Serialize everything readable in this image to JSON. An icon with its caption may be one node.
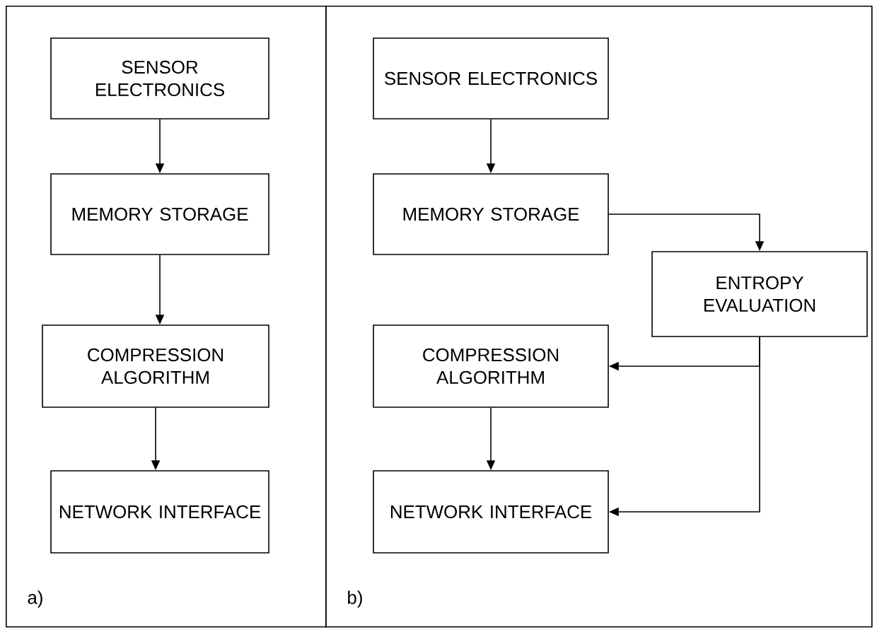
{
  "diagram": {
    "nodes": [
      {
        "text": [
          "a)"
        ]
      },
      {
        "text": [
          "SENSOR ELECTRONICS"
        ],
        "in": 0
      },
      {
        "text": [
          "MEMORY STORAGE"
        ],
        "in": 0
      },
      {
        "text": [
          "COMPRESSION ALGORITHM"
        ],
        "in": 0
      },
      {
        "text": [
          "NETWORK INTERFACE"
        ],
        "in": 0
      },
      {
        "text": [
          "b)"
        ]
      },
      {
        "text": [
          "SENSOR ELECTRONICS"
        ],
        "in": 5
      },
      {
        "text": [
          "MEMORY STORAGE"
        ],
        "in": 5
      },
      {
        "text": [
          "ENTROPY EVALUATION"
        ],
        "in": 5
      },
      {
        "text": [
          "COMPRESSION ALGORITHM"
        ],
        "in": 5
      },
      {
        "text": [
          "NETWORK INTERFACE"
        ],
        "in": 5
      }
    ],
    "edges": [
      {
        "from": 1,
        "to": 2,
        "arrow": "to"
      },
      {
        "from": 2,
        "to": 3,
        "arrow": "to"
      },
      {
        "from": 3,
        "to": 4,
        "arrow": "to"
      },
      {
        "from": 6,
        "to": 7,
        "arrow": "to"
      },
      {
        "from": 7,
        "to": 8,
        "arrow": "to"
      },
      {
        "from": 8,
        "to": 9,
        "arrow": "to"
      },
      {
        "from": 8,
        "to": 10,
        "arrow": "to"
      },
      {
        "from": 9,
        "to": 10,
        "arrow": "to"
      }
    ]
  }
}
